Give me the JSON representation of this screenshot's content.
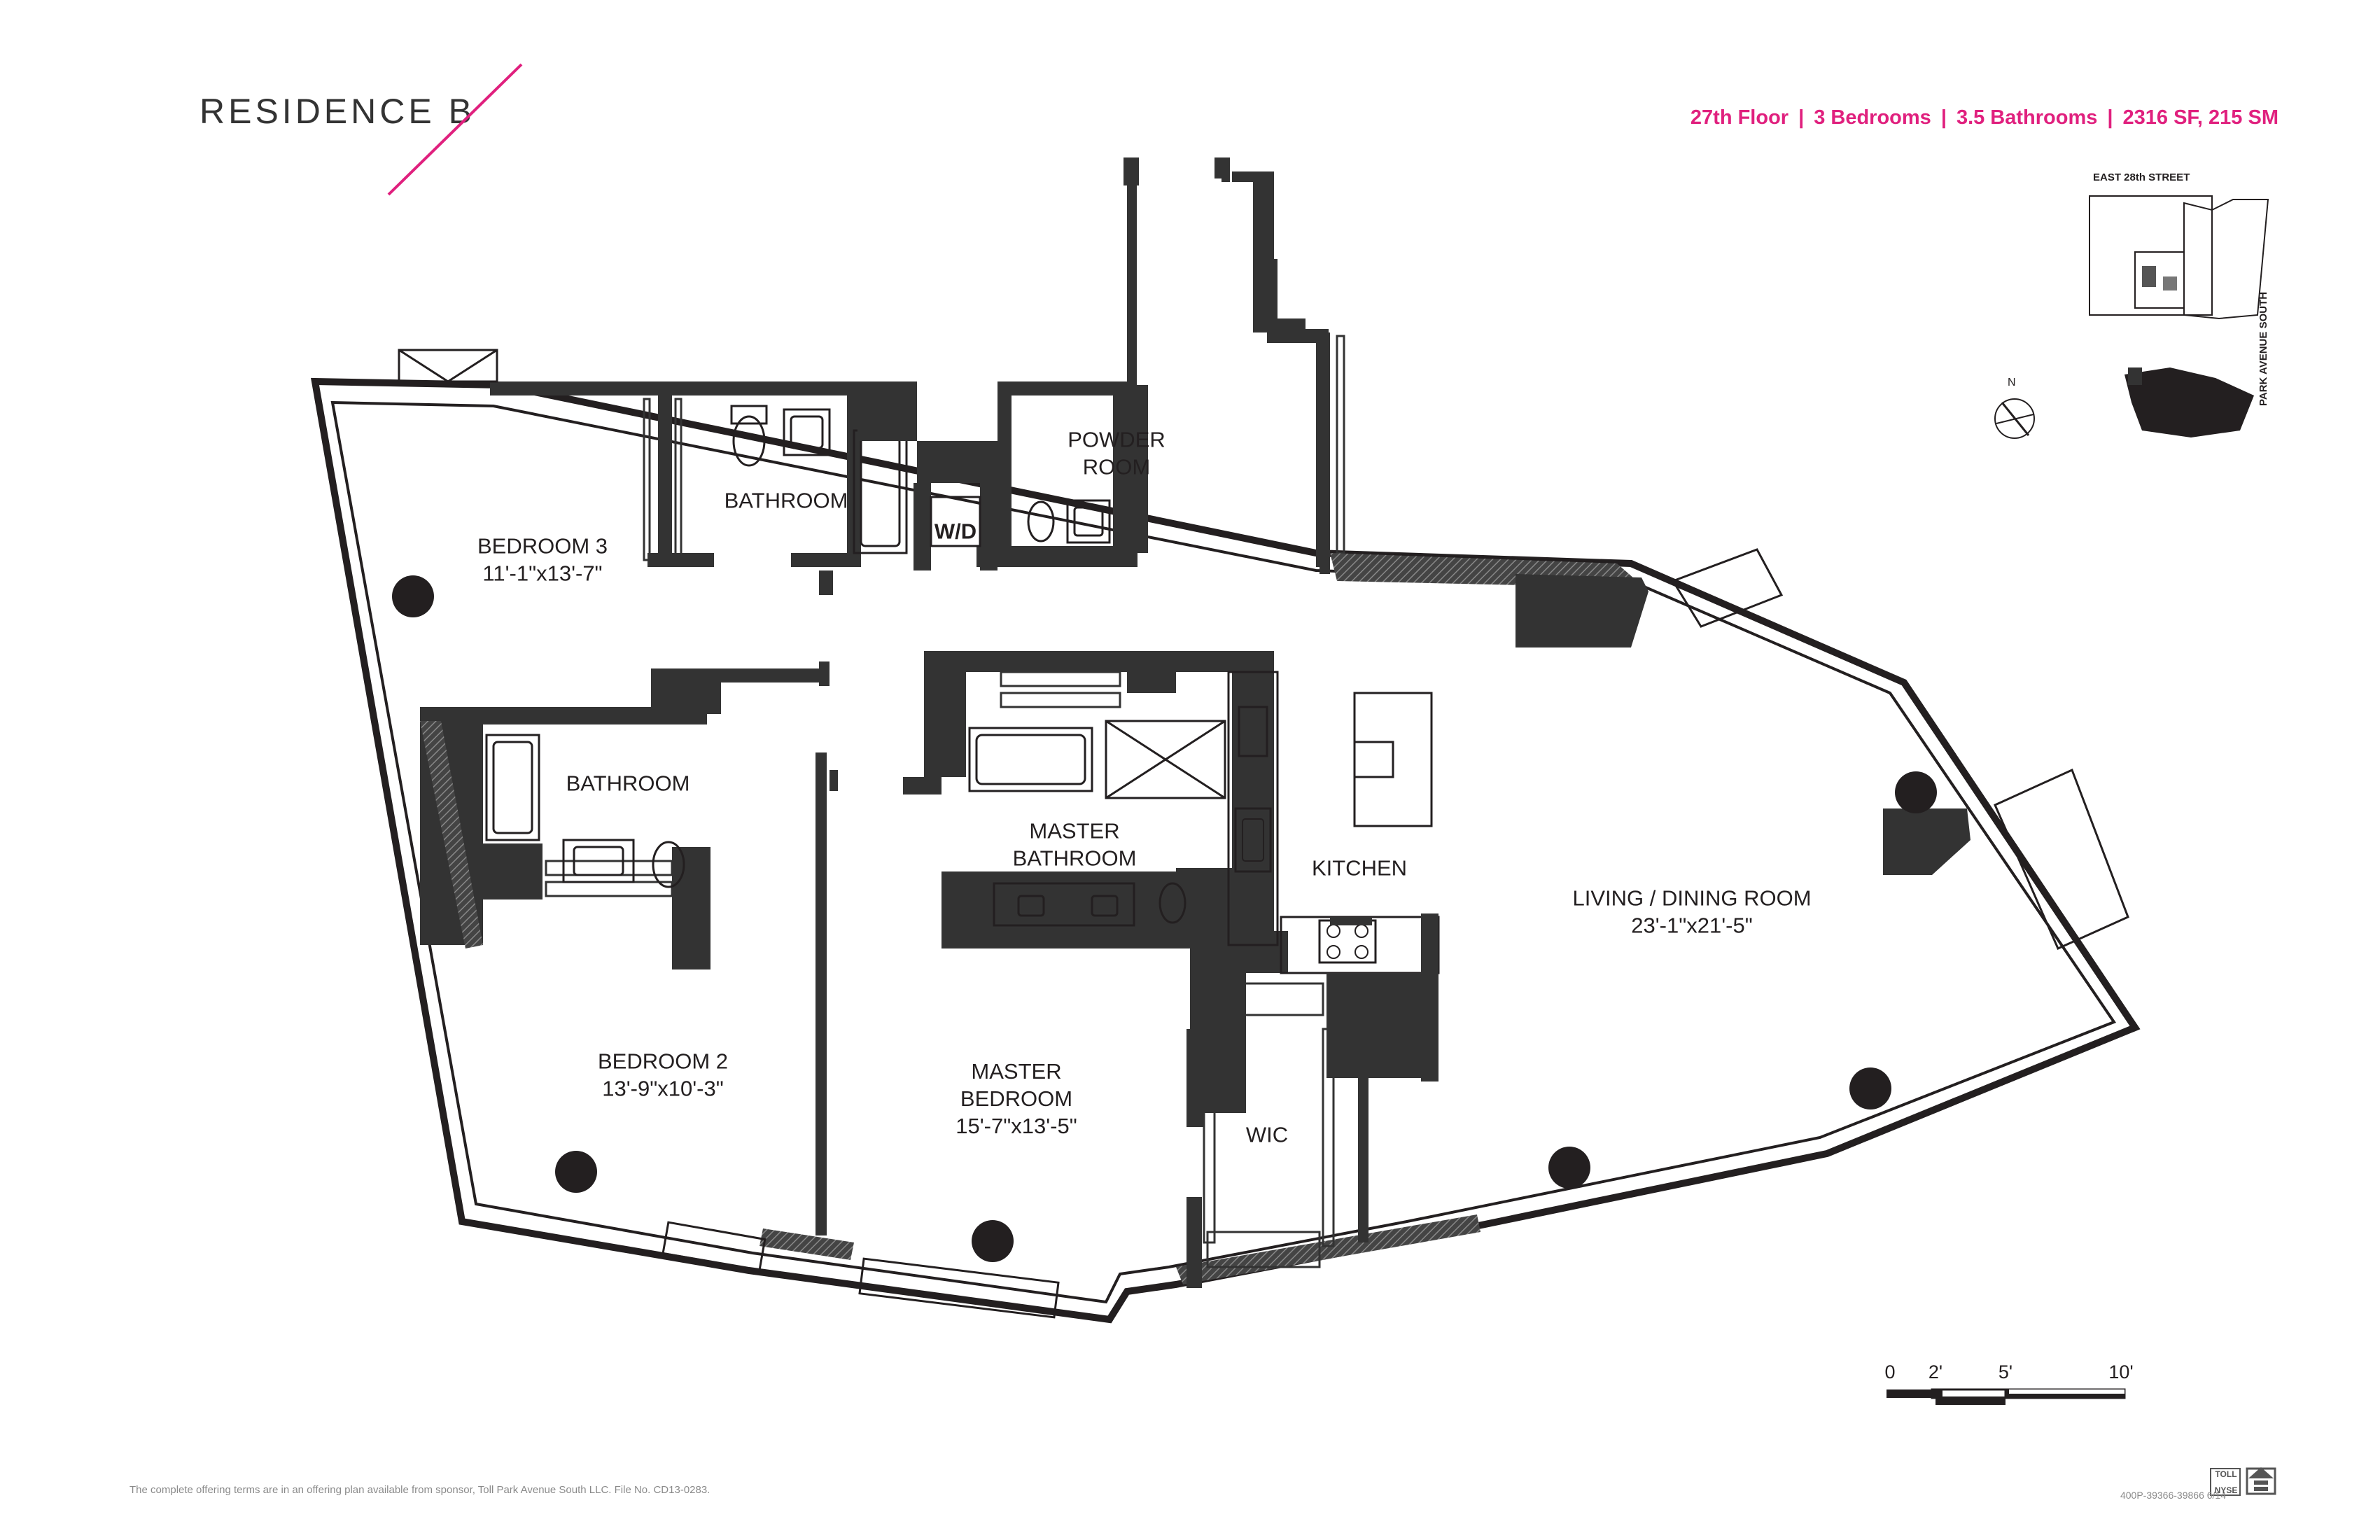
{
  "header": {
    "title": "RESIDENCE B",
    "specs": [
      "27th Floor",
      "3 Bedrooms",
      "3.5 Bathrooms",
      "2316 SF, 215 SM"
    ],
    "separator": "|",
    "accent_color": "#e0207e"
  },
  "rooms": {
    "bedroom3": {
      "name": "BEDROOM 3",
      "dims": "11'-1\"x13'-7\""
    },
    "bathroom_top": {
      "name": "BATHROOM"
    },
    "powder_room": {
      "name_line1": "POWDER",
      "name_line2": "ROOM"
    },
    "washer_dryer": {
      "name": "W/D"
    },
    "bathroom_mid": {
      "name": "BATHROOM"
    },
    "master_bathroom": {
      "name_line1": "MASTER",
      "name_line2": "BATHROOM"
    },
    "kitchen": {
      "name": "KITCHEN"
    },
    "living_dining": {
      "name": "LIVING / DINING ROOM",
      "dims": "23'-1\"x21'-5\""
    },
    "bedroom2": {
      "name": "BEDROOM 2",
      "dims": "13'-9\"x10'-3\""
    },
    "master_bedroom": {
      "name_line1": "MASTER",
      "name_line2": "BEDROOM",
      "dims": "15'-7\"x13'-5\""
    },
    "wic": {
      "name": "WIC"
    }
  },
  "location_map": {
    "street_top": "EAST 28th STREET",
    "street_side": "PARK AVENUE SOUTH",
    "north_label": "N"
  },
  "scale_bar": {
    "labels": [
      "0",
      "2'",
      "5'",
      "10'"
    ]
  },
  "footer": {
    "disclaimer": "The complete offering terms are in an offering plan available from sponsor, Toll Park Avenue South LLC. File No. CD13-0283.",
    "code": "400P-39366-39866  6/14",
    "logo_line1": "TOLL",
    "logo_line2": "NYSE"
  }
}
